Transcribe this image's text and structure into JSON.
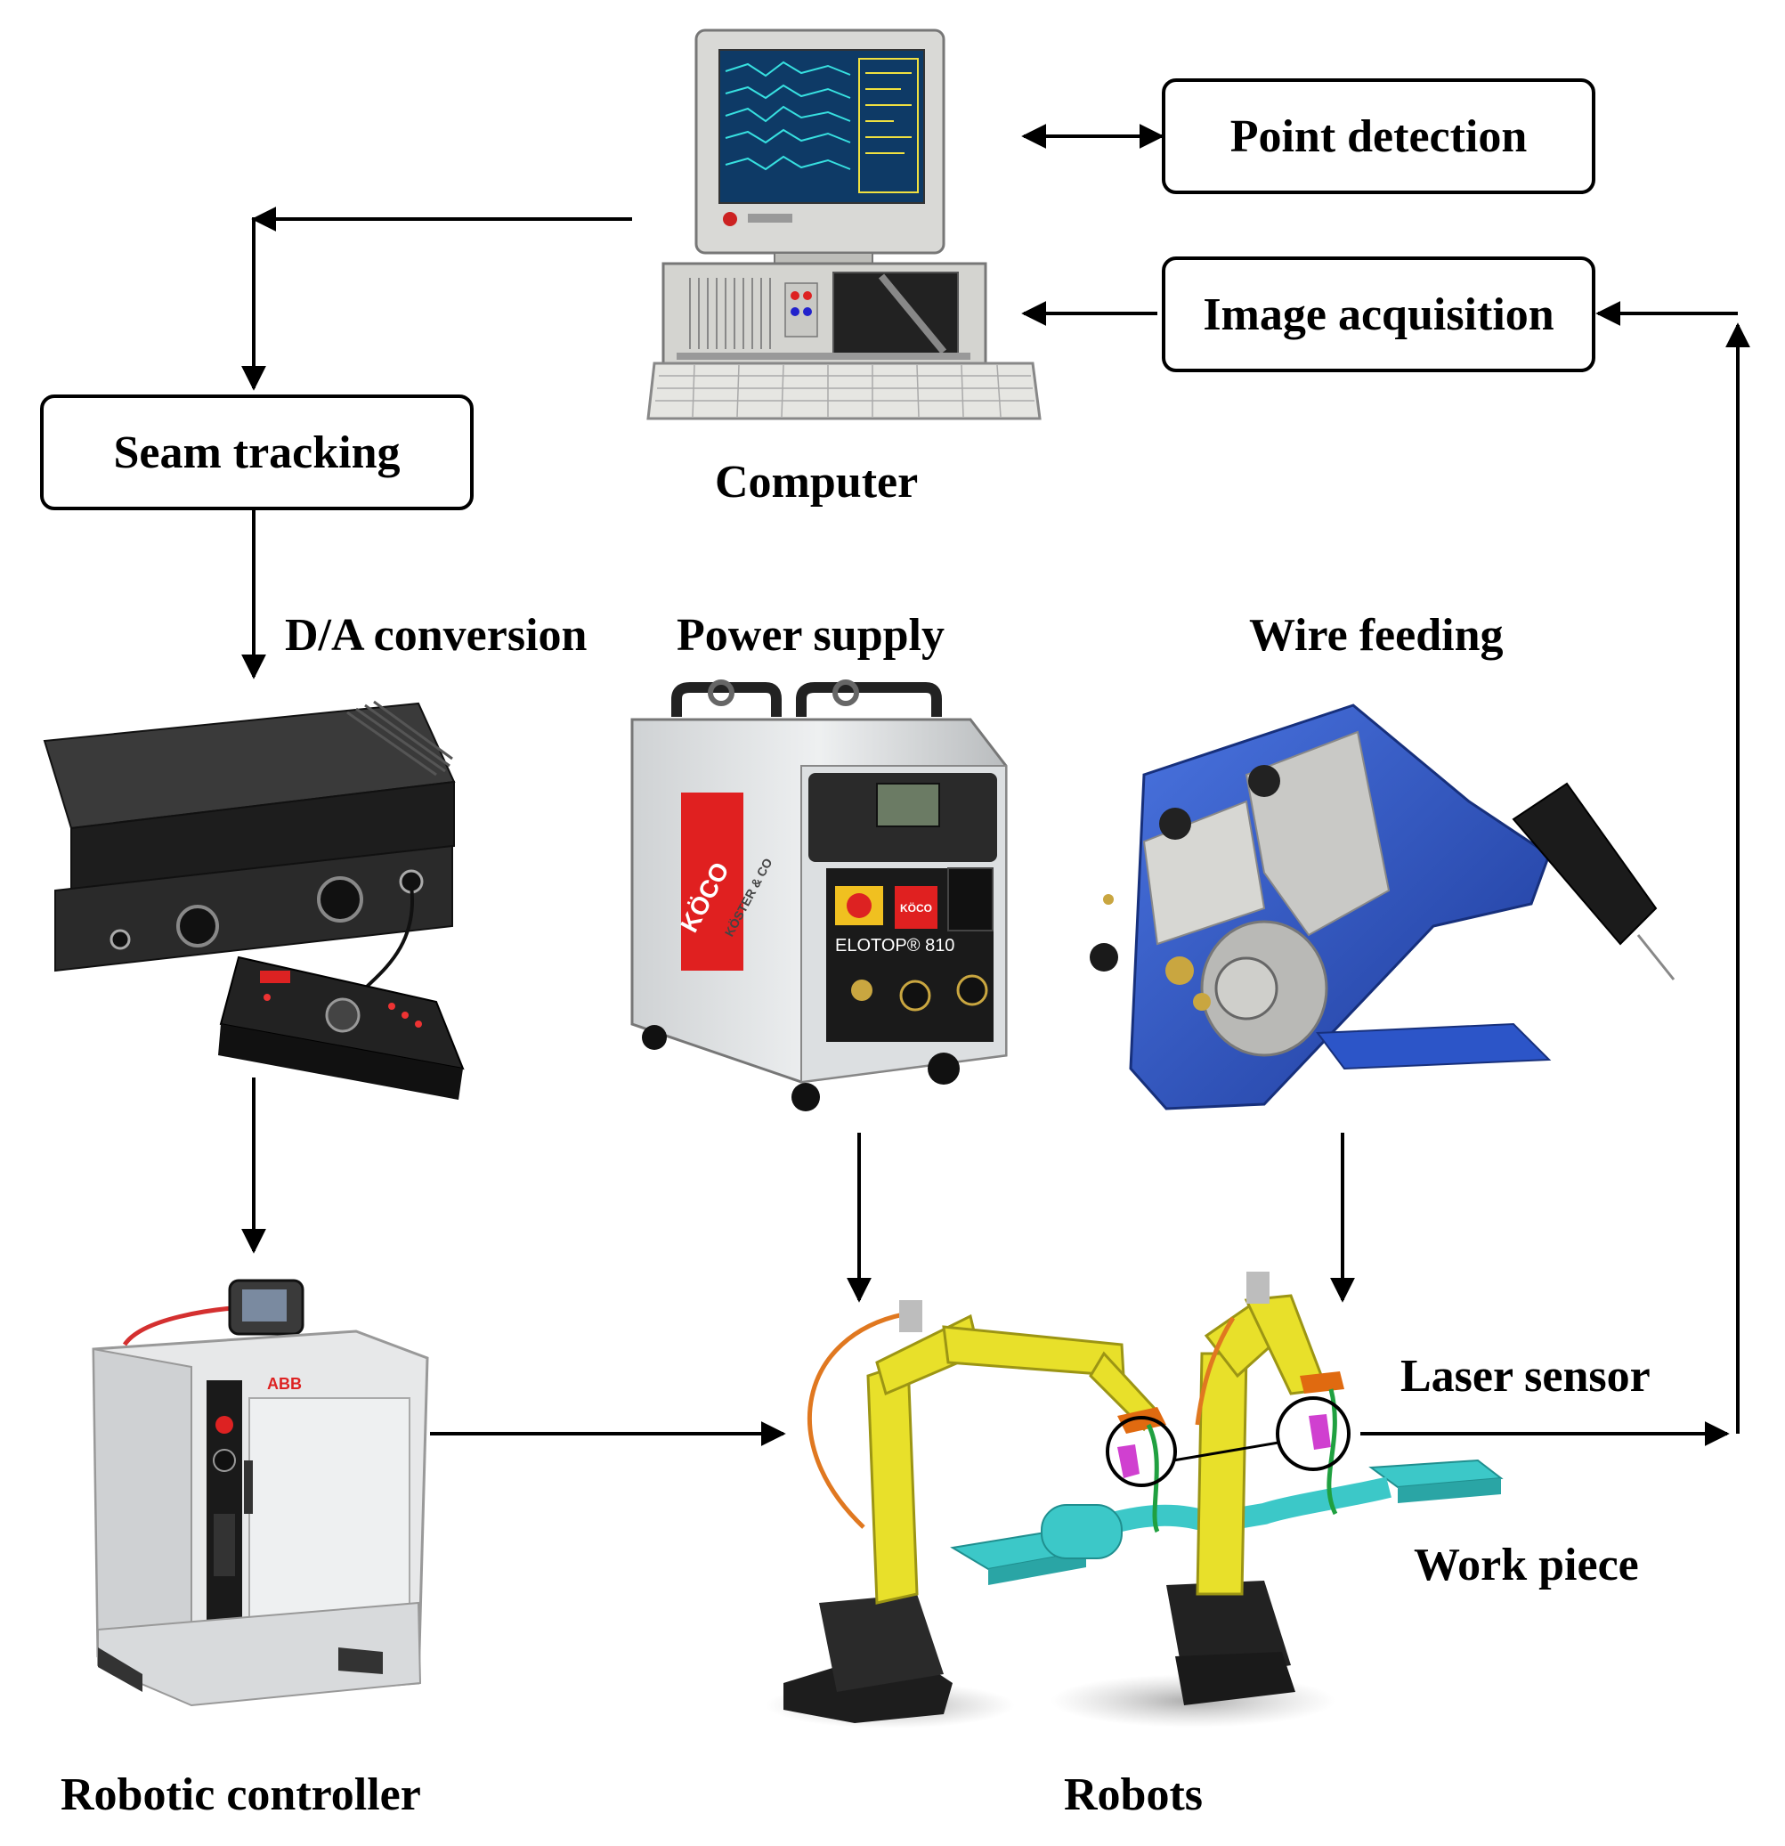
{
  "boxes": {
    "point_detection": "Point detection",
    "image_acquisition": "Image acquisition",
    "seam_tracking": "Seam tracking"
  },
  "labels": {
    "computer": "Computer",
    "da_conversion": "D/A conversion",
    "power_supply": "Power supply",
    "wire_feeding": "Wire feeding",
    "laser_sensor": "Laser sensor",
    "work_piece": "Work piece",
    "robotic_controller": "Robotic controller",
    "robots": "Robots"
  },
  "device_marks": {
    "power_brand": "KÖCO",
    "power_model": "ELOTOP® 810",
    "power_maker": "KÖSTER & CO",
    "controller_brand": "ABB"
  },
  "colors": {
    "robot_arm": "#e8e02a",
    "work_piece": "#3cc8c8",
    "wire_feeder": "#2c55c8",
    "power_red": "#e02020",
    "cable_orange": "#e07820",
    "sensor_magenta": "#d040d0"
  }
}
